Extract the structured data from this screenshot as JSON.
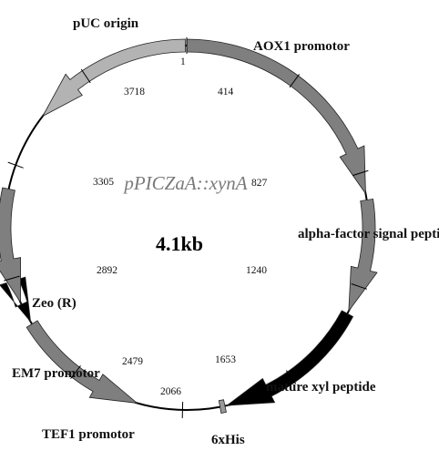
{
  "plasmid": {
    "name": "pPICZaA::xynA",
    "size": "4.1kb"
  },
  "features": [
    {
      "label": "AOX1 promotor",
      "color": "#7f7f7f",
      "direction": "cw",
      "start": 0,
      "end": 902
    },
    {
      "label": "alpha-factor signal peptide",
      "color": "#7f7f7f",
      "direction": "cw",
      "start": 925,
      "end": 1335
    },
    {
      "label": "mature xyl peptide",
      "color": "#000000",
      "direction": "cw",
      "start": 1345,
      "end": 1905
    },
    {
      "label": "6xHis",
      "color": "#999999",
      "direction": "cw",
      "start": 1912,
      "end": 1930
    },
    {
      "label": "TEF1 promotor",
      "color": "#7f7f7f",
      "direction": "ccw",
      "start": 2230,
      "end": 2712
    },
    {
      "label": "EM7 promotor",
      "color": "#000000",
      "direction": "ccw",
      "start": 2722,
      "end": 2792
    },
    {
      "label": "Zeo (R)",
      "color": "#7f7f7f",
      "direction": "ccw",
      "start": 2800,
      "end": 3215
    },
    {
      "label": "pUC origin",
      "color": "#b3b3b3",
      "direction": "ccw",
      "start": 3505,
      "end": 4095
    }
  ],
  "ticks": [
    "1",
    "414",
    "827",
    "1240",
    "1653",
    "2066",
    "2479",
    "2892",
    "3305",
    "3718"
  ],
  "colors": {
    "backbone": "#000000",
    "outline": "#222222"
  }
}
